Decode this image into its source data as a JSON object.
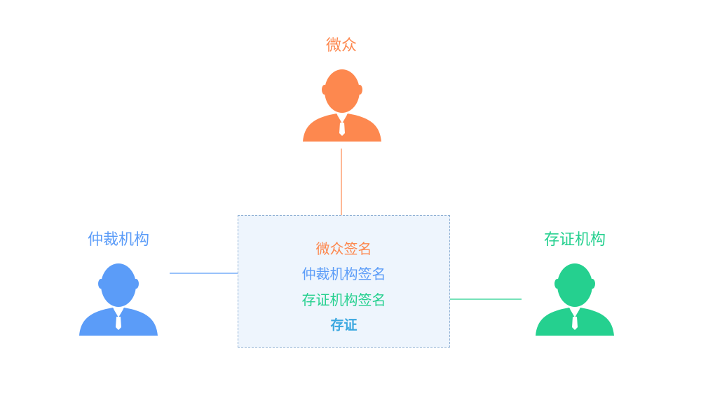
{
  "colors": {
    "weizhong": "#fd884f",
    "arbitration": "#5b9cf8",
    "evidence": "#25d08f",
    "final": "#3aa7e0",
    "box_fill": "#eef5fd",
    "box_border": "#8fb0d4"
  },
  "nodes": {
    "weizhong": {
      "label": "微众",
      "icon": "person-icon"
    },
    "arbitration": {
      "label": "仲裁机构",
      "icon": "person-icon"
    },
    "evidence": {
      "label": "存证机构",
      "icon": "person-icon"
    }
  },
  "box": {
    "lines": [
      "微众签名",
      "仲裁机构签名",
      "存证机构签名"
    ],
    "result": "存证"
  }
}
